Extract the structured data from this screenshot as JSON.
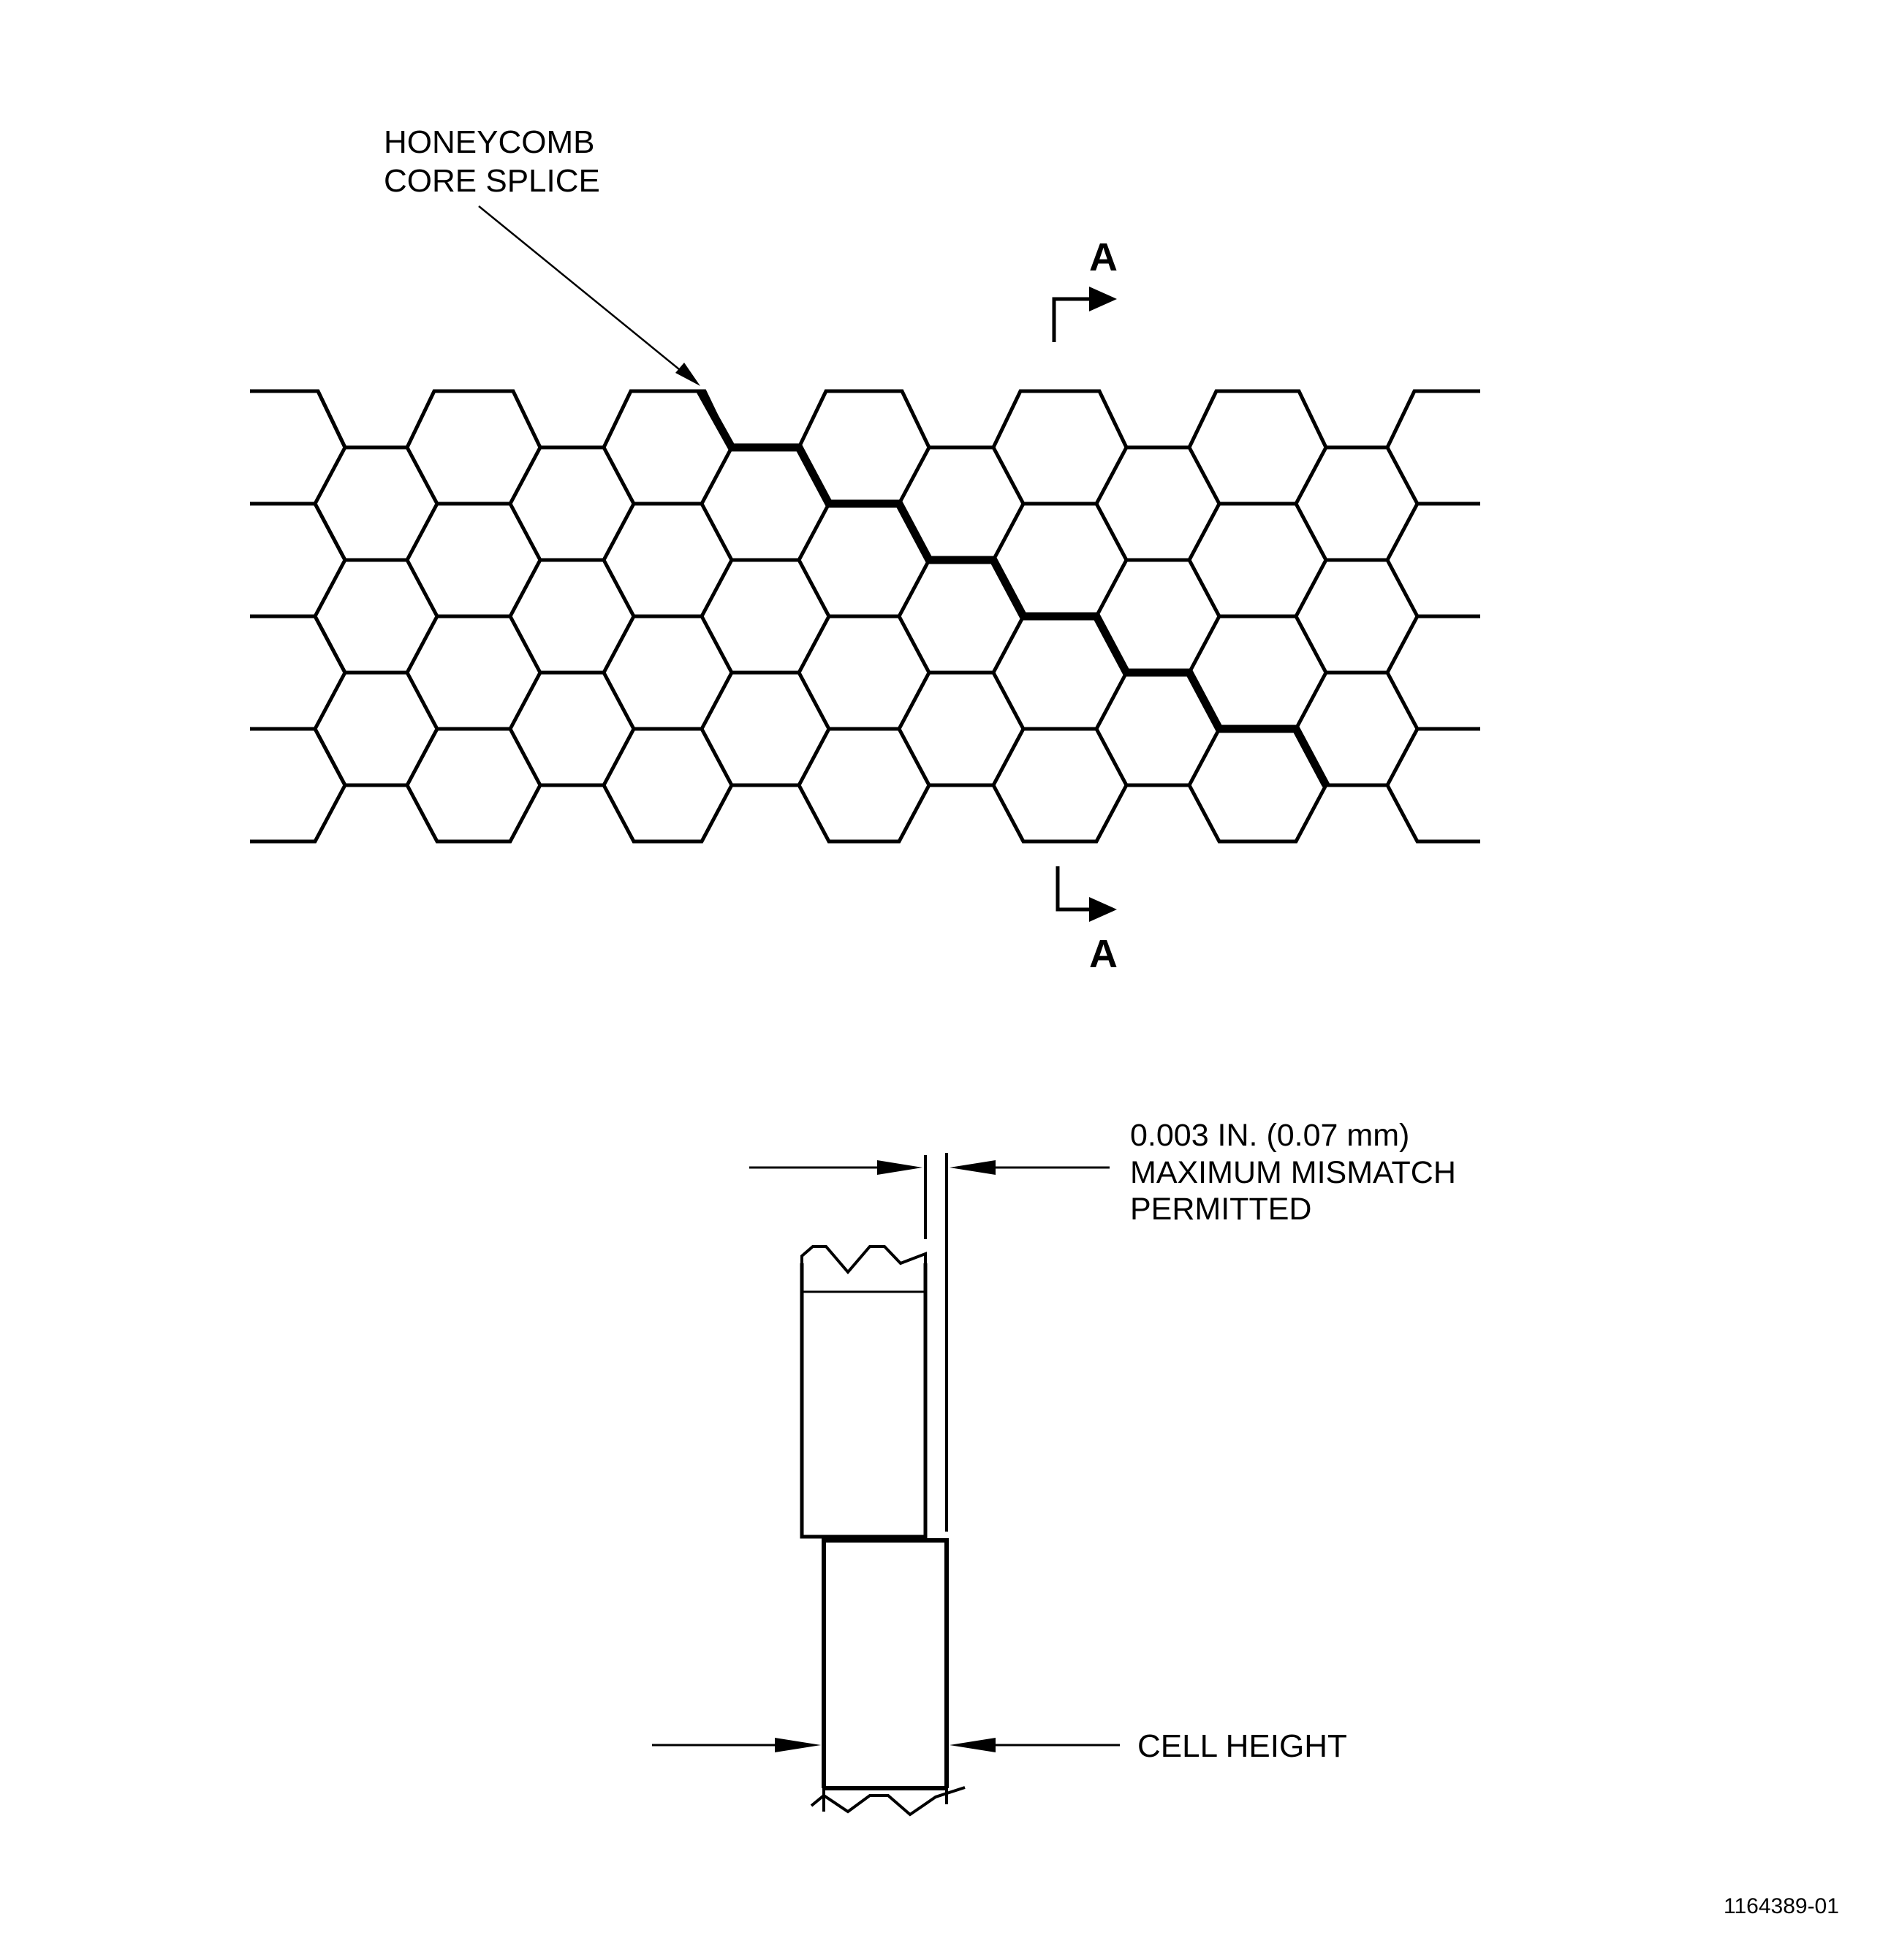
{
  "diagram": {
    "splice_callout": {
      "line1": "HONEYCOMB",
      "line2": "CORE SPLICE"
    },
    "section_marker": {
      "top_letter": "A",
      "bottom_letter": "A"
    },
    "mismatch_callout": {
      "line1": "0.003 IN. (0.07 mm)",
      "line2": "MAXIMUM MISMATCH",
      "line3": "PERMITTED"
    },
    "cell_height_label": "CELL HEIGHT",
    "figure_number": "1164389-01"
  },
  "colors": {
    "line": "#000000",
    "background": "#ffffff"
  }
}
